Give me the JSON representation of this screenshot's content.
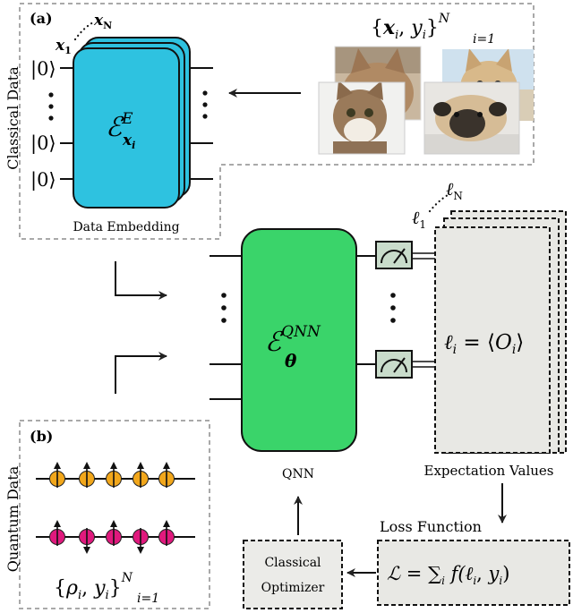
{
  "panels": {
    "a_label": "(a)",
    "b_label": "(b)",
    "classical_side_label": "Classical Data",
    "quantum_side_label": "Quantum Data"
  },
  "embedding": {
    "caption": "Data Embedding",
    "ket_zero": "|0⟩",
    "x1": "x",
    "x1_sub": "1",
    "xN": "x",
    "xN_sub": "N",
    "op_main": "ℰ",
    "op_sup": "E",
    "op_sub": "x",
    "op_sub_sub": "i"
  },
  "dataset": {
    "set_open": "{",
    "x": "x",
    "x_sub": "i",
    "comma": ", ",
    "y": "y",
    "y_sub": "i",
    "set_close": "}",
    "sup": "N",
    "sub": "i=1"
  },
  "images": [
    {
      "name": "cat-photo-1",
      "subject": "cat",
      "fur": "#b08a64"
    },
    {
      "name": "dog-photo-1",
      "subject": "dog",
      "fur": "#d8b98a"
    },
    {
      "name": "cat-photo-2",
      "subject": "cat",
      "fur": "#9a7a5a"
    },
    {
      "name": "pug-photo",
      "subject": "pug",
      "fur": "#d6bc96"
    }
  ],
  "qnn": {
    "caption": "QNN",
    "op_main": "ℰ",
    "op_sup": "QNN",
    "op_sub": "θ"
  },
  "expectation": {
    "caption": "Expectation Values",
    "l1": "ℓ",
    "l1_sub": "1",
    "lN": "ℓ",
    "lN_sub": "N",
    "formula": "ℓ",
    "formula_sub": "i",
    "formula_rest": " = ⟨",
    "formula_O": "O",
    "formula_O_sub": "i",
    "formula_close": "⟩"
  },
  "loss": {
    "title": "Loss Function",
    "L": "ℒ",
    "eq": " = ",
    "sum": "∑",
    "sum_sub": "i",
    "f": " f(",
    "l": "ℓ",
    "l_sub": "i",
    "mid": ", ",
    "y": "y",
    "y_sub": "i",
    "close": ")"
  },
  "optimizer": {
    "line1": "Classical",
    "line2": "Optimizer"
  },
  "quantum_data": {
    "rho_open": "{",
    "rho": "ρ",
    "rho_sub": "i",
    "comma": ", ",
    "y": "y",
    "y_sub": "i",
    "close": "}",
    "sup": "N",
    "sub": "i=1",
    "row1_color": "#f2a71b",
    "row2_color": "#e0197d",
    "row1_spins": [
      "up",
      "up",
      "up",
      "up",
      "up"
    ],
    "row2_spins": [
      "up",
      "down",
      "up",
      "down",
      "up"
    ]
  },
  "colors": {
    "embedding_fill": "#2ec2e0",
    "qnn_fill": "#3ad46a",
    "meter_fill": "#c9dccb",
    "panel_fill": "#e8e8e4",
    "optimizer_fill": "#ebebe8"
  }
}
